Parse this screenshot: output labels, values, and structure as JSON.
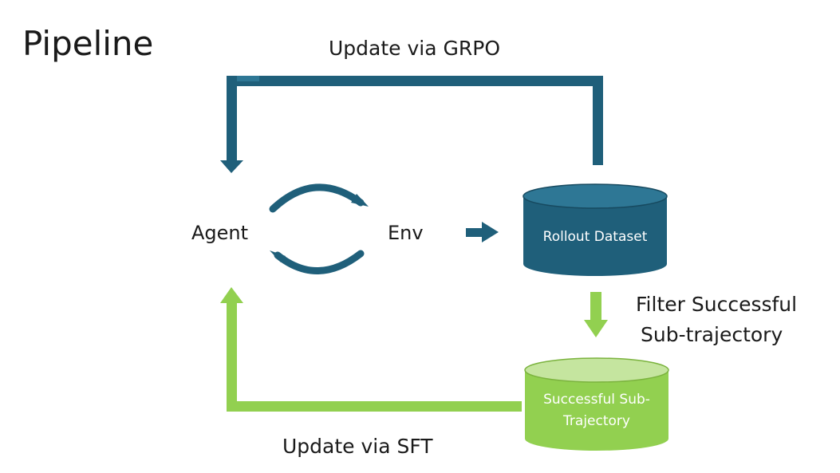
{
  "title": "Pipeline",
  "top_arrow_label": "Update via GRPO",
  "agent_label": "Agent",
  "env_label": "Env",
  "rollout_db_label": "Rollout Dataset",
  "filter_label_line1": "Filter Successful",
  "filter_label_line2": "Sub-trajectory",
  "success_db_label_line1": "Successful Sub-",
  "success_db_label_line2": "Trajectory",
  "bottom_arrow_label": "Update via SFT",
  "colors": {
    "dark_blue": "#1F5F7A",
    "dark_blue_top": "#2E7795",
    "green": "#92D050",
    "green_top": "#C5E59F",
    "text": "#1a1a1a"
  }
}
